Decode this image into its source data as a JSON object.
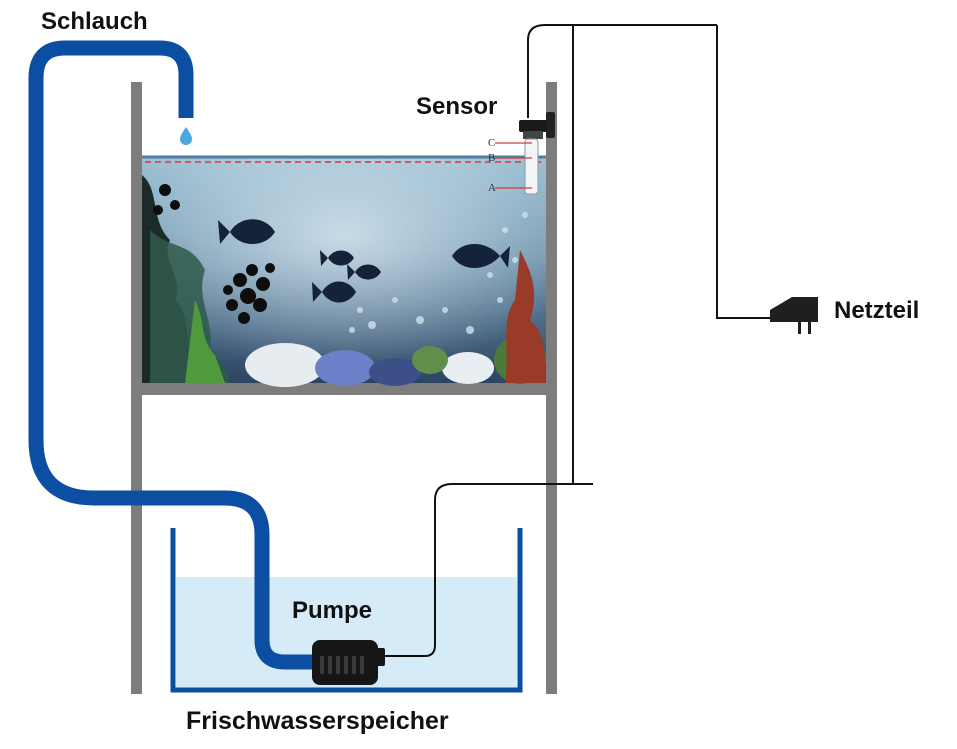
{
  "labels": {
    "hose": "Schlauch",
    "sensor": "Sensor",
    "power_supply": "Netzteil",
    "pump": "Pumpe",
    "reservoir": "Frischwasserspeicher"
  },
  "sensor_levels": [
    "C",
    "B",
    "A"
  ],
  "colors": {
    "hose": "#0b4ea2",
    "water_reservoir": "#d6ebf8",
    "tank_water_top": "#8fb6cc",
    "tank_water_bottom": "#2f4c6b",
    "stand": "#7d7d7d",
    "wire": "#111111",
    "level_line": "#d23c3c"
  }
}
